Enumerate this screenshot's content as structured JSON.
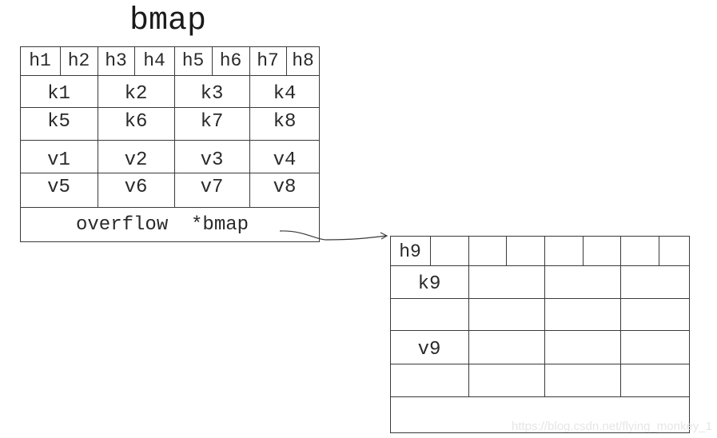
{
  "title": "bmap",
  "main_bucket": {
    "tophash": [
      "h1",
      "h2",
      "h3",
      "h4",
      "h5",
      "h6",
      "h7",
      "h8"
    ],
    "keys": [
      [
        "k1",
        "k2",
        "k3",
        "k4"
      ],
      [
        "k5",
        "k6",
        "k7",
        "k8"
      ]
    ],
    "values": [
      [
        "v1",
        "v2",
        "v3",
        "v4"
      ],
      [
        "v5",
        "v6",
        "v7",
        "v8"
      ]
    ],
    "overflow_label": "overflow  *bmap"
  },
  "overflow_bucket": {
    "tophash": [
      "h9",
      "",
      "",
      "",
      "",
      "",
      "",
      ""
    ],
    "keys": [
      [
        "k9",
        "",
        "",
        ""
      ],
      [
        "",
        "",
        "",
        ""
      ]
    ],
    "values": [
      [
        "v9",
        "",
        "",
        ""
      ],
      [
        "",
        "",
        "",
        ""
      ]
    ]
  },
  "watermark": "https://blog.csdn.net/flying_monkey_1"
}
